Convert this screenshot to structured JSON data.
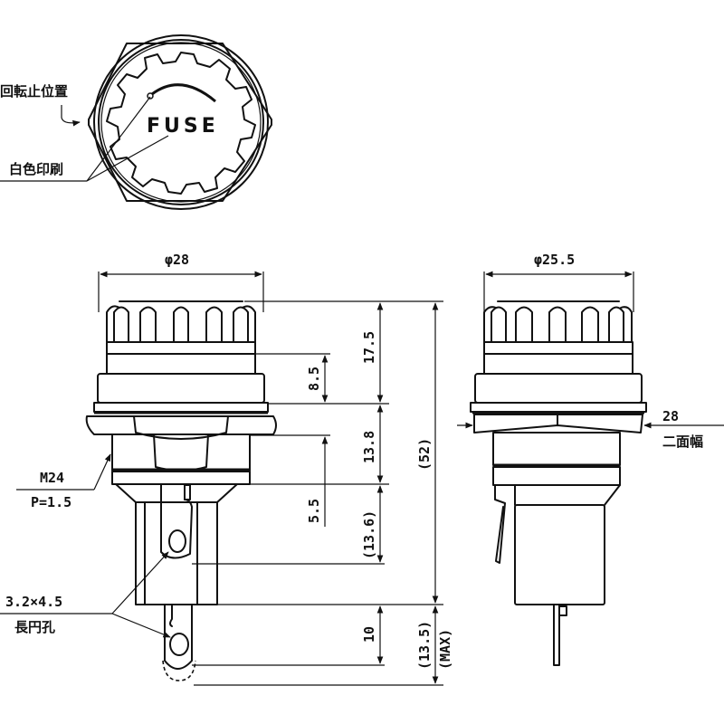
{
  "top_view": {
    "fuse_text": "FUSE",
    "label_rotation_stop": "回転止位置",
    "label_white_print": "白色印刷"
  },
  "front_view": {
    "dim_diameter": "φ28",
    "dim_17_5": "17.5",
    "dim_8_5": "8.5",
    "dim_13_8": "13.8",
    "dim_5_5": "5.5",
    "dim_13_6": "(13.6)",
    "dim_52": "(52)",
    "dim_10": "10",
    "dim_13_5": "(13.5)",
    "dim_max": "(MAX)",
    "thread_label": "M24",
    "pitch_label": "P=1.5",
    "slot_size": "3.2×4.5",
    "slot_label": "長円孔"
  },
  "side_view": {
    "dim_diameter": "φ25.5",
    "dim_width_across_flats": "28",
    "label_width_across_flats": "二面幅"
  },
  "colors": {
    "line": "#111111",
    "background": "#ffffff"
  }
}
